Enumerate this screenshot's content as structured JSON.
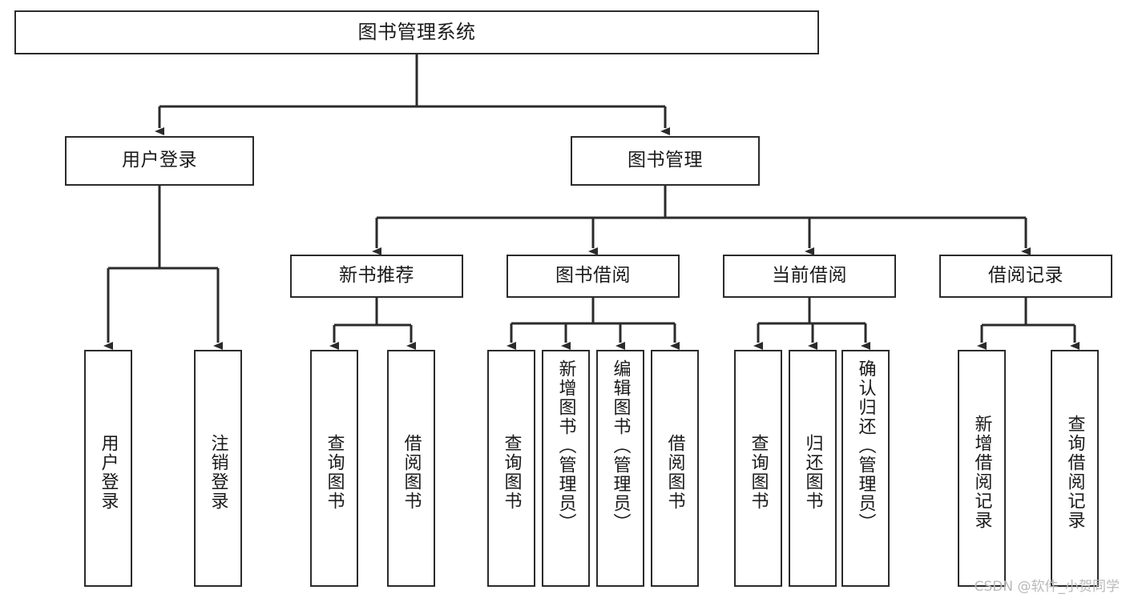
{
  "diagram": {
    "title": "图书管理系统",
    "type": "tree",
    "watermark": "CSDN @软件_小贺同学",
    "colors": {
      "box_border": "#2b2b2b",
      "box_fill": "#ffffff",
      "connector": "#2b2b2b",
      "text": "#1a1a1a",
      "watermark": "#b9b9b9"
    },
    "nodes": {
      "root": {
        "label": "图书管理系统",
        "level": 0,
        "orientation": "horizontal"
      },
      "l1": [
        {
          "label": "用户登录",
          "level": 1,
          "orientation": "horizontal"
        },
        {
          "label": "图书管理",
          "level": 1,
          "orientation": "horizontal"
        }
      ],
      "l2": [
        {
          "label": "新书推荐",
          "level": 2,
          "orientation": "horizontal",
          "parent": "图书管理"
        },
        {
          "label": "图书借阅",
          "level": 2,
          "orientation": "horizontal",
          "parent": "图书管理"
        },
        {
          "label": "当前借阅",
          "level": 2,
          "orientation": "horizontal",
          "parent": "图书管理"
        },
        {
          "label": "借阅记录",
          "level": 2,
          "orientation": "horizontal",
          "parent": "图书管理"
        }
      ],
      "leaves": [
        {
          "label": "用户登录",
          "parent": "用户登录",
          "orientation": "vertical"
        },
        {
          "label": "注销登录",
          "parent": "用户登录",
          "orientation": "vertical"
        },
        {
          "label": "查询图书",
          "parent": "新书推荐",
          "orientation": "vertical"
        },
        {
          "label": "借阅图书",
          "parent": "新书推荐",
          "orientation": "vertical"
        },
        {
          "label": "查询图书",
          "parent": "图书借阅",
          "orientation": "vertical"
        },
        {
          "label": "新增图书（管理员）",
          "parent": "图书借阅",
          "orientation": "vertical"
        },
        {
          "label": "编辑图书（管理员）",
          "parent": "图书借阅",
          "orientation": "vertical"
        },
        {
          "label": "借阅图书",
          "parent": "图书借阅",
          "orientation": "vertical"
        },
        {
          "label": "查询图书",
          "parent": "当前借阅",
          "orientation": "vertical"
        },
        {
          "label": "归还图书",
          "parent": "当前借阅",
          "orientation": "vertical"
        },
        {
          "label": "确认归还（管理员）",
          "parent": "当前借阅",
          "orientation": "vertical"
        },
        {
          "label": "新增借阅记录",
          "parent": "借阅记录",
          "orientation": "vertical"
        },
        {
          "label": "查询借阅记录",
          "parent": "借阅记录",
          "orientation": "vertical"
        }
      ]
    }
  }
}
